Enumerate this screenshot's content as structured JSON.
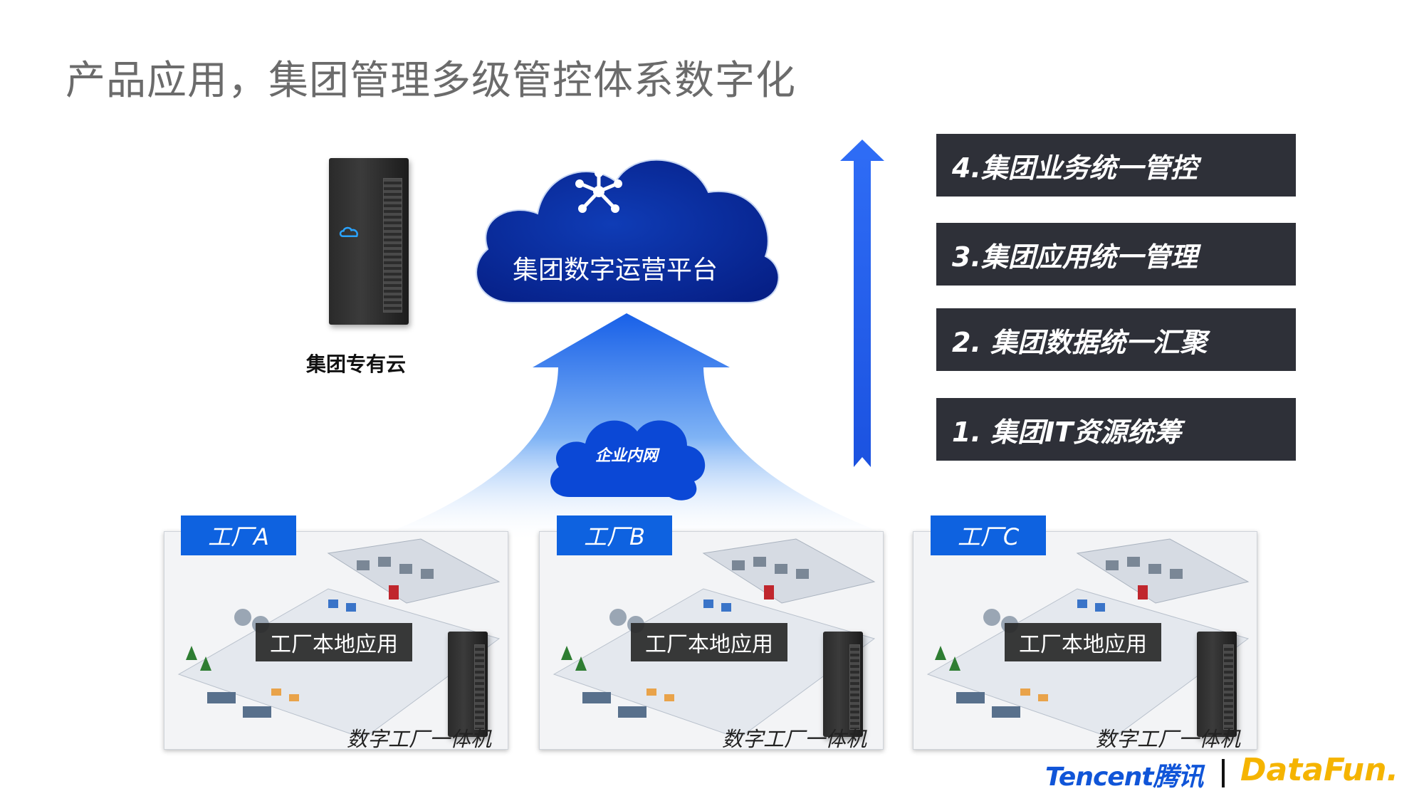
{
  "title": "产品应用，集团管理多级管控体系数字化",
  "private_cloud": {
    "label": "集团专有云",
    "icon": "server-rack-icon"
  },
  "platform": {
    "label": "集团数字运营平台",
    "icon": "network-hub-icon",
    "color": "#0a2fa3"
  },
  "intranet": {
    "label": "企业内网"
  },
  "steps": [
    {
      "label": "4.集团业务统一管控"
    },
    {
      "label": "3.集团应用统一管理"
    },
    {
      "label": "2. 集团数据统一汇聚"
    },
    {
      "label": "1. 集团IT资源统筹"
    }
  ],
  "factories": [
    {
      "tab": "工厂A",
      "overlay": "工厂本地应用",
      "caption": "数字工厂一体机"
    },
    {
      "tab": "工厂B",
      "overlay": "工厂本地应用",
      "caption": "数字工厂一体机"
    },
    {
      "tab": "工厂C",
      "overlay": "工厂本地应用",
      "caption": "数字工厂一体机"
    }
  ],
  "logos": {
    "tencent": "Tencent腾讯",
    "datafun": "DataFun."
  },
  "colors": {
    "accent_blue": "#0e62e0",
    "arrow_blue": "#2f6df6",
    "step_bg": "#2e3038",
    "logo_yellow": "#f5b400"
  }
}
